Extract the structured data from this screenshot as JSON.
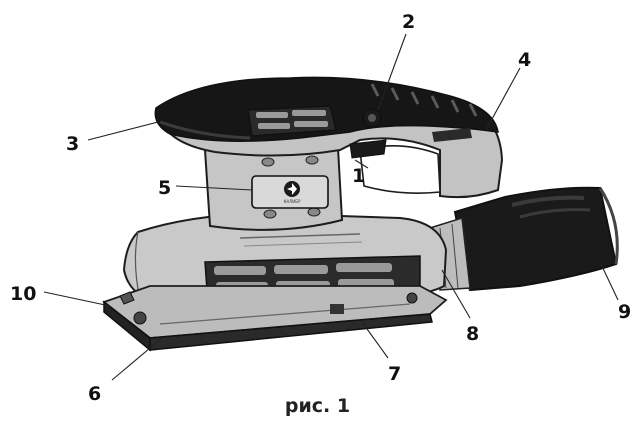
{
  "figure": {
    "caption": "рис. 1",
    "brand_logo_text": "КАЛИБР",
    "callouts": [
      {
        "id": "1",
        "label": "1"
      },
      {
        "id": "2",
        "label": "2"
      },
      {
        "id": "3",
        "label": "3"
      },
      {
        "id": "4",
        "label": "4"
      },
      {
        "id": "5",
        "label": "5"
      },
      {
        "id": "6",
        "label": "6"
      },
      {
        "id": "7",
        "label": "7"
      },
      {
        "id": "8",
        "label": "8"
      },
      {
        "id": "9",
        "label": "9"
      },
      {
        "id": "10",
        "label": "10"
      }
    ]
  }
}
